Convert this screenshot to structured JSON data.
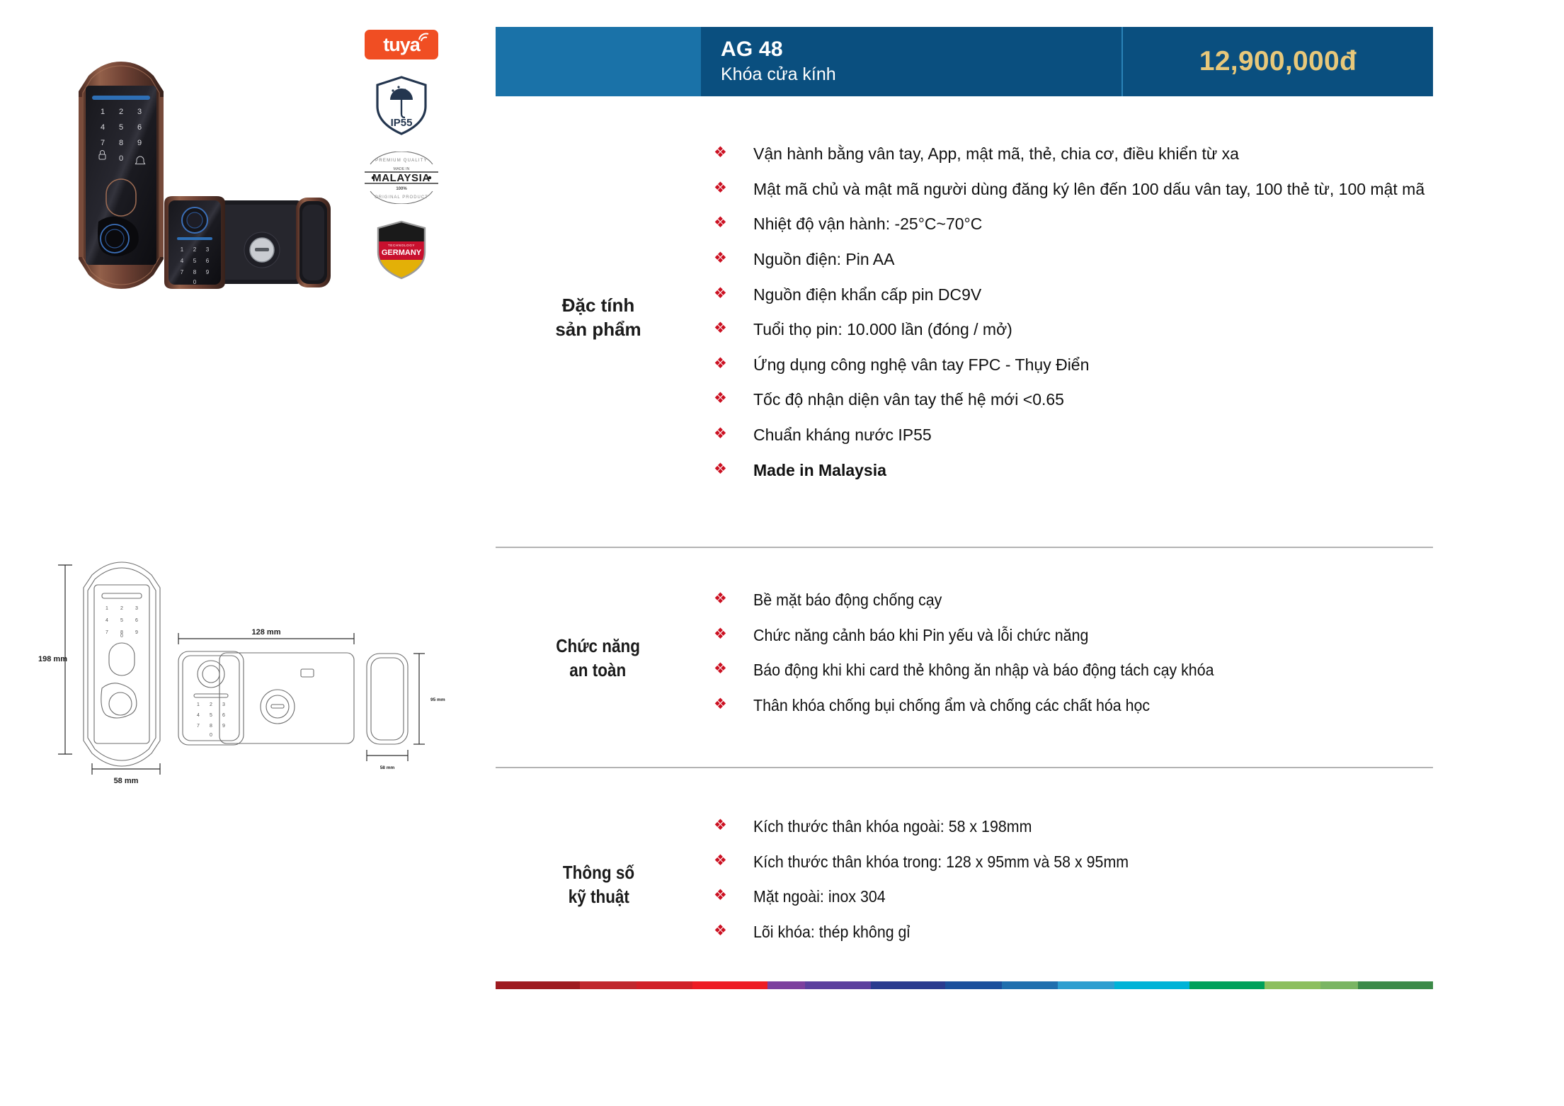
{
  "header": {
    "sku": "AG 48",
    "subtitle": "Khóa cửa kính",
    "price": "12,900,000đ",
    "colors": {
      "left_block": "#1a72a8",
      "title_block": "#0a4f7f",
      "price_block": "#0a4f7f",
      "price_text": "#e8c87a"
    }
  },
  "badges": [
    {
      "name": "tuya-badge",
      "label": "tuya"
    },
    {
      "name": "ip55-badge",
      "label": "IP55"
    },
    {
      "name": "malaysia-badge",
      "label": "MALAYSIA",
      "top_text": "PREMIUM QUALITY",
      "mid_text": "MADE IN",
      "bottom_text": "100%",
      "sub_text": "ORIGINAL PRODUCT"
    },
    {
      "name": "germany-badge",
      "label": "GERMANY",
      "top_text": "TECHNOLOGY"
    }
  ],
  "product_photo": {
    "keypad_digits": [
      "1",
      "2",
      "3",
      "4",
      "5",
      "6",
      "7",
      "8",
      "9",
      "0"
    ],
    "icon_lock": "lock-icon",
    "icon_bell": "bell-icon",
    "bezel_color": "#7a4a3a",
    "face_color": "#121215"
  },
  "tech_drawing": {
    "dim_height": "198 mm",
    "dim_width": "58 mm",
    "dim_inner_width": "128 mm",
    "dim_inner_height": "95 mm",
    "dim_side_width": "58 mm"
  },
  "sections": [
    {
      "label": "Đặc tính\nsản phẩm",
      "label_line1": "Đặc tính",
      "label_line2": "sản phẩm",
      "bullet": "❖",
      "bullet_color": "#cc1122",
      "items": [
        {
          "text": "Vận hành bằng vân tay, App, mật mã, thẻ, chia cơ, điều khiển từ xa",
          "bold": false
        },
        {
          "text": "Mật mã chủ và mật mã người dùng đăng ký lên đến 100 dấu vân tay, 100 thẻ từ, 100 mật mã",
          "bold": false
        },
        {
          "text": "Nhiệt độ vận hành: -25°C~70°C",
          "bold": false
        },
        {
          "text": "Nguồn điện: Pin AA",
          "bold": false
        },
        {
          "text": "Nguồn điện khẩn cấp pin DC9V",
          "bold": false
        },
        {
          "text": "Tuổi thọ pin: 10.000 lần (đóng / mở)",
          "bold": false
        },
        {
          "text": "Ứng dụng công nghệ vân tay FPC - Thụy Điển",
          "bold": false
        },
        {
          "text": "Tốc độ nhận diện vân tay thế hệ mới <0.65",
          "bold": false
        },
        {
          "text": "Chuẩn kháng nước IP55",
          "bold": false
        },
        {
          "text": "Made in Malaysia",
          "bold": true
        }
      ]
    },
    {
      "label_line1": "Chức năng",
      "label_line2": "an toàn",
      "bullet": "❖",
      "bullet_color": "#cc1122",
      "items": [
        {
          "text": "Bề mặt báo động chống cạy",
          "bold": false
        },
        {
          "text": "Chức năng cảnh báo khi Pin yếu và lỗi chức năng",
          "bold": false
        },
        {
          "text": "Báo động khi khi card thẻ không ăn nhập và báo động tách cạy khóa",
          "bold": false
        },
        {
          "text": "Thân khóa chống bụi chống ẩm và chống các chất hóa học",
          "bold": false
        }
      ]
    },
    {
      "label_line1": "Thông số",
      "label_line2": "kỹ thuật",
      "bullet": "❖",
      "bullet_color": "#cc1122",
      "items": [
        {
          "text": "Kích thước thân khóa ngoài: 58 x 198mm",
          "bold": false
        },
        {
          "text": "Kích thước thân khóa trong: 128 x 95mm và 58 x 95mm",
          "bold": false
        },
        {
          "text": "Mặt ngoài: inox 304",
          "bold": false
        },
        {
          "text": "Lõi khóa: thép không gỉ",
          "bold": false
        }
      ]
    }
  ],
  "color_bar": [
    {
      "color": "#9e1b20",
      "w": 9
    },
    {
      "color": "#c0282d",
      "w": 6
    },
    {
      "color": "#d12027",
      "w": 6
    },
    {
      "color": "#ed1c24",
      "w": 8
    },
    {
      "color": "#7c3f9e",
      "w": 4
    },
    {
      "color": "#5b3f9e",
      "w": 7
    },
    {
      "color": "#2a3b8f",
      "w": 8
    },
    {
      "color": "#1b4f9c",
      "w": 6
    },
    {
      "color": "#1f6fae",
      "w": 6
    },
    {
      "color": "#2e9fd0",
      "w": 6
    },
    {
      "color": "#00b3d7",
      "w": 8
    },
    {
      "color": "#00a05a",
      "w": 8
    },
    {
      "color": "#8dbf5e",
      "w": 6
    },
    {
      "color": "#7ab563",
      "w": 4
    },
    {
      "color": "#3c8a49",
      "w": 8
    }
  ]
}
